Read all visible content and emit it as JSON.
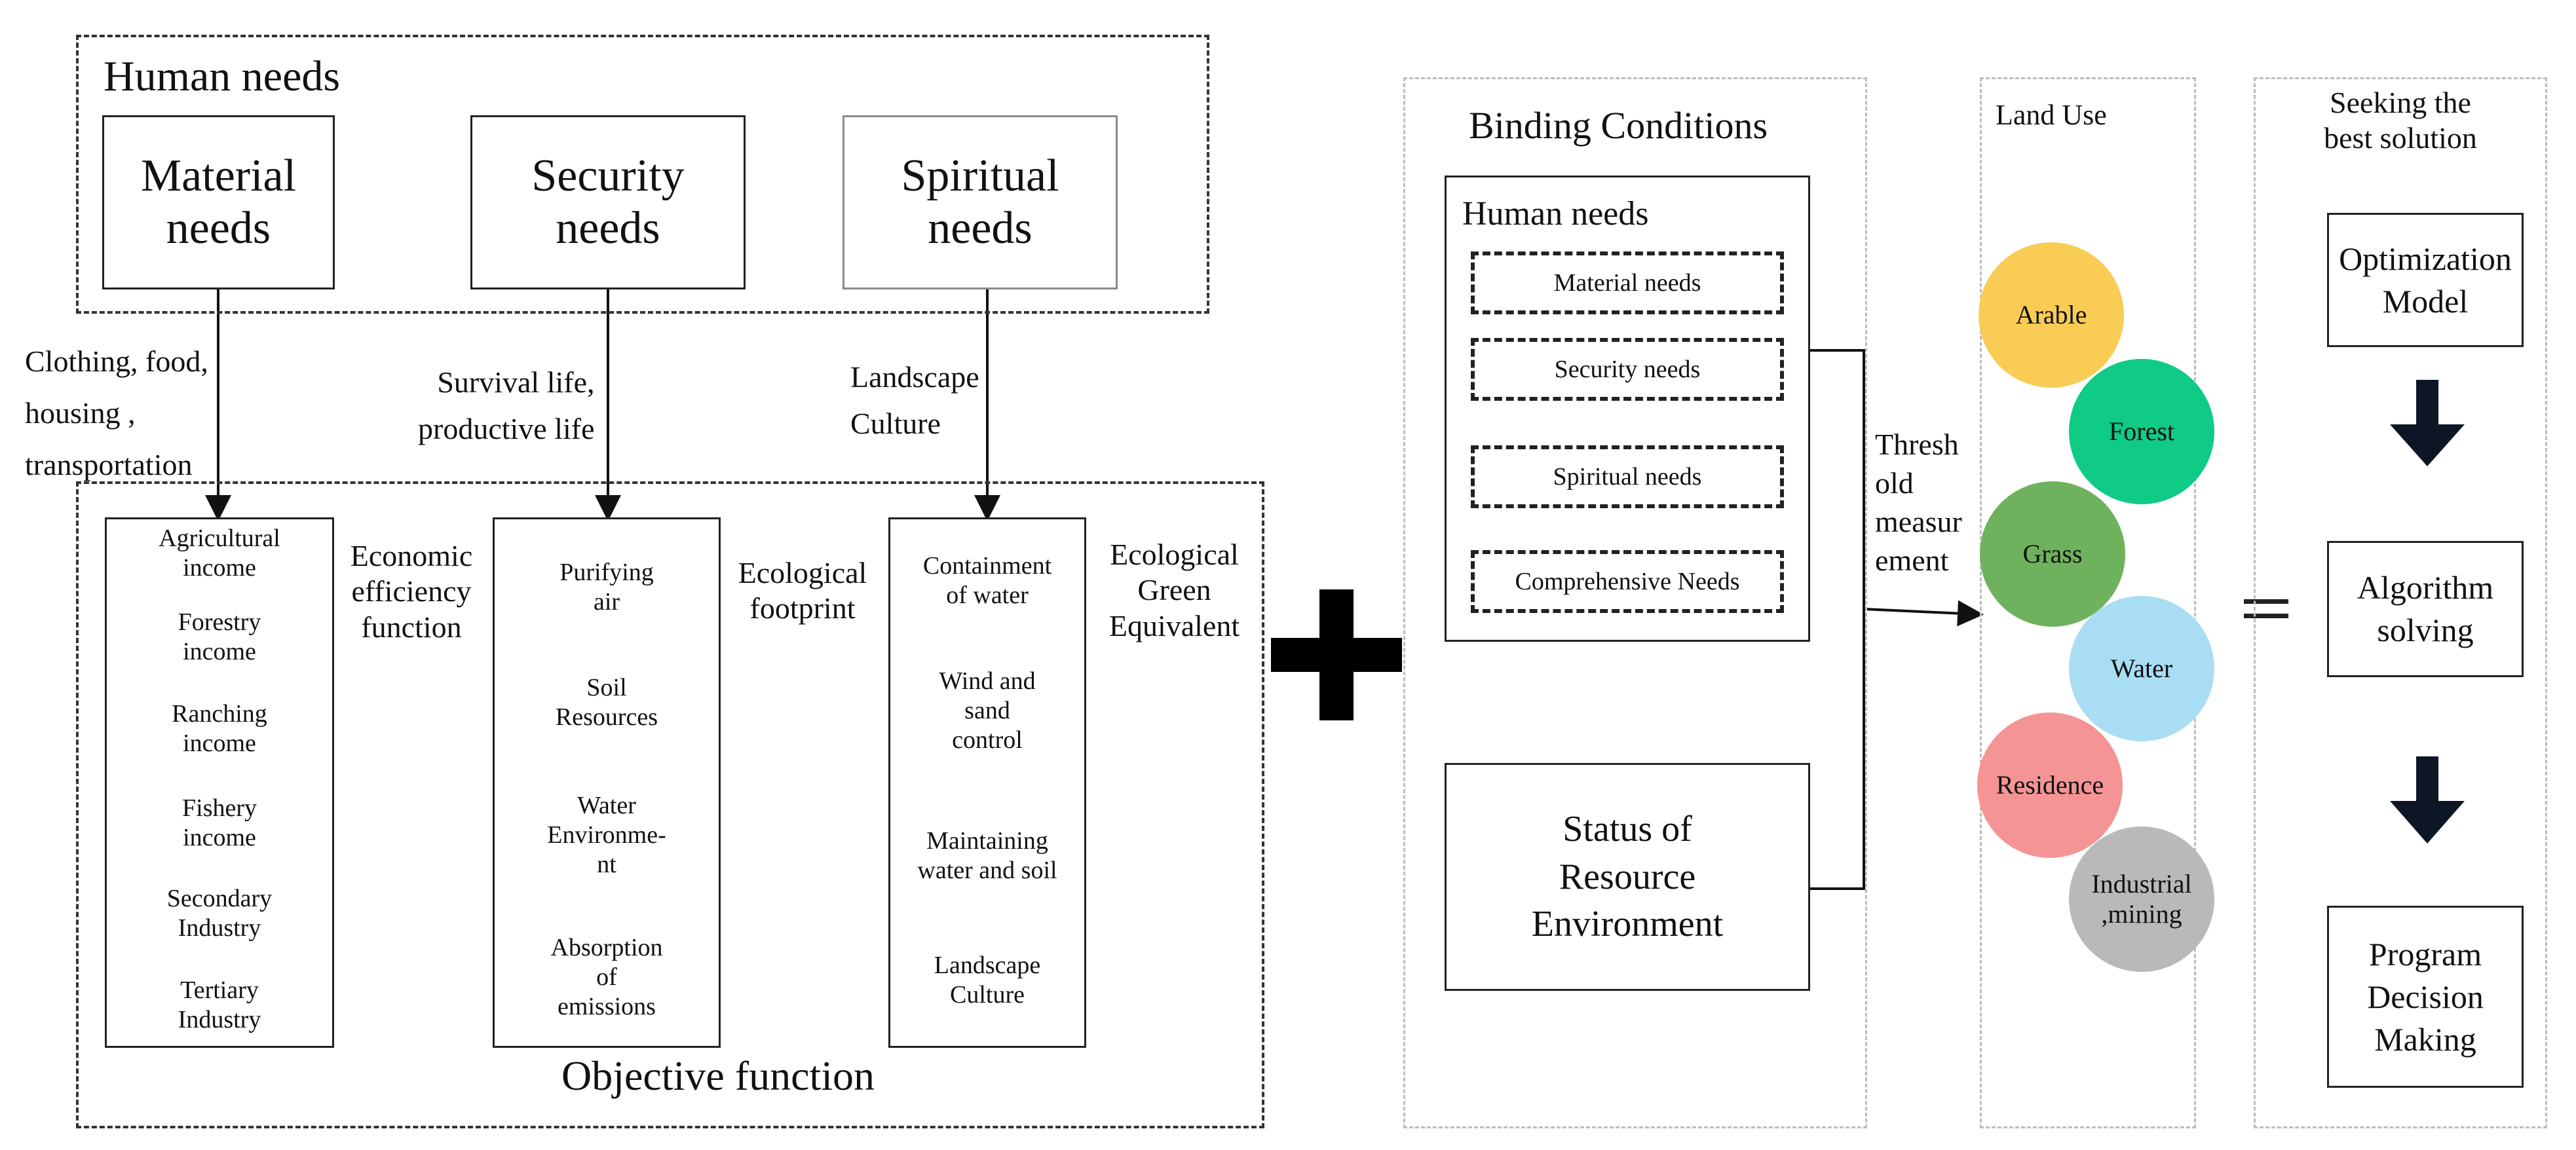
{
  "human_needs_panel": {
    "title": "Human needs",
    "boxes": [
      "Material\nneeds",
      "Security\nneeds",
      "Spiritual\nneeds"
    ]
  },
  "connectors": {
    "material": "Clothing, food,\nhousing ,\ntransportation",
    "security": "Survival life,\nproductive life",
    "spiritual": "Landscape\nCulture"
  },
  "objective_panel": {
    "title": "Objective function",
    "col1": [
      "Agricultural\nincome",
      "Forestry\nincome",
      "Ranching\nincome",
      "Fishery\nincome",
      "Secondary\nIndustry",
      "Tertiary\nIndustry"
    ],
    "label1": "Economic\nefficiency\nfunction",
    "col2": [
      "Purifying\nair",
      "Soil\nResources",
      "Water\nEnvironme-\nnt",
      "Absorption\nof\nemissions"
    ],
    "label2": "Ecological\nfootprint",
    "col3": [
      "Containment\nof water",
      "Wind and\nsand\ncontrol",
      "Maintaining\nwater and soil",
      "Landscape\nCulture"
    ],
    "label3": "Ecological\nGreen\nEquivalent"
  },
  "plus_symbol": "+",
  "binding_panel": {
    "title": "Binding Conditions",
    "needs_title": "Human needs",
    "needs_items": [
      "Material needs",
      "Security needs",
      "Spiritual needs",
      "Comprehensive Needs"
    ],
    "status_box": "Status of\nResource\nEnvironment",
    "threshold_label": "Thresh\nold\nmeasur\nement"
  },
  "land_use_panel": {
    "title": "Land Use",
    "items": [
      {
        "label": "Arable",
        "color": "#F9CC55"
      },
      {
        "label": "Forest",
        "color": "#0FCB86"
      },
      {
        "label": "Grass",
        "color": "#6FB25E"
      },
      {
        "label": "Water",
        "color": "#A9DDF3"
      },
      {
        "label": "Residence",
        "color": "#F49494"
      },
      {
        "label": "Industrial\n,mining",
        "color": "#B9B9B9"
      }
    ]
  },
  "equals_symbol": "=",
  "solution_panel": {
    "title": "Seeking the\nbest solution",
    "steps": [
      "Optimization\nModel",
      "Algorithm\nsolving",
      "Program\nDecision\nMaking"
    ]
  }
}
